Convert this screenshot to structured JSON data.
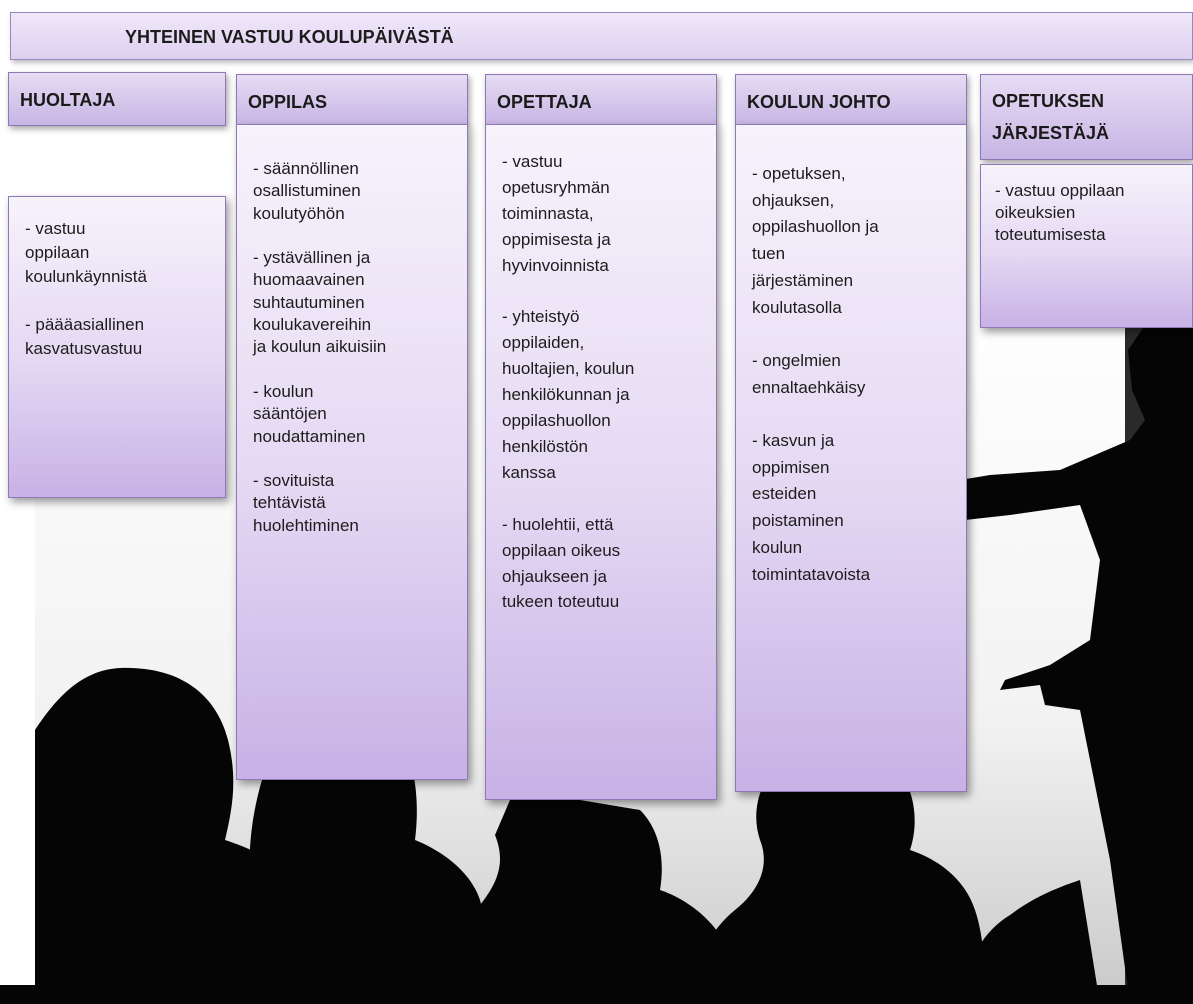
{
  "banner": {
    "title": "YHTEINEN VASTUU KOULUPÄIVÄSTÄ"
  },
  "columns": [
    {
      "title": "HUOLTAJA",
      "text": "- vastuu\noppilaan\nkoulunkäynnistä\n\n- päääasiallinen\nkasvatusvastuu"
    },
    {
      "title": "OPPILAS",
      "text": "- säännöllinen\nosallistuminen\nkoulutyöhön\n\n- ystävällinen ja\nhuomaavainen\nsuhtautuminen\nkoulukavereihin\nja koulun aikuisiin\n\n- koulun\nsääntöjen\nnoudattaminen\n\n- sovituista\ntehtävistä\nhuolehtiminen"
    },
    {
      "title": "OPETTAJA",
      "text": "- vastuu\nopetusryhmän\ntoiminnasta,\noppimisesta ja\nhyvinvoinnista\n\n- yhteistyö\noppilaiden,\nhuoltajien, koulun\nhenkilökunnan ja\noppilashuollon\nhenkilöstön\nkanssa\n\n- huolehtii, että\noppilaan oikeus\nohjaukseen ja\ntukeen toteutuu"
    },
    {
      "title": "KOULUN JOHTO",
      "text": "- opetuksen,\nohjauksen,\noppilashuollon ja\ntuen\njärjestäminen\nkoulutasolla\n\n- ongelmien\nennaltaehkäisy\n\n- kasvun ja\noppimisen\nesteiden\npoistaminen\nkoulun\ntoimintatavoista"
    },
    {
      "title": "OPETUKSEN\nJÄRJESTÄJÄ",
      "text": "- vastuu oppilaan\noikeuksien\ntoteutumisesta"
    }
  ]
}
